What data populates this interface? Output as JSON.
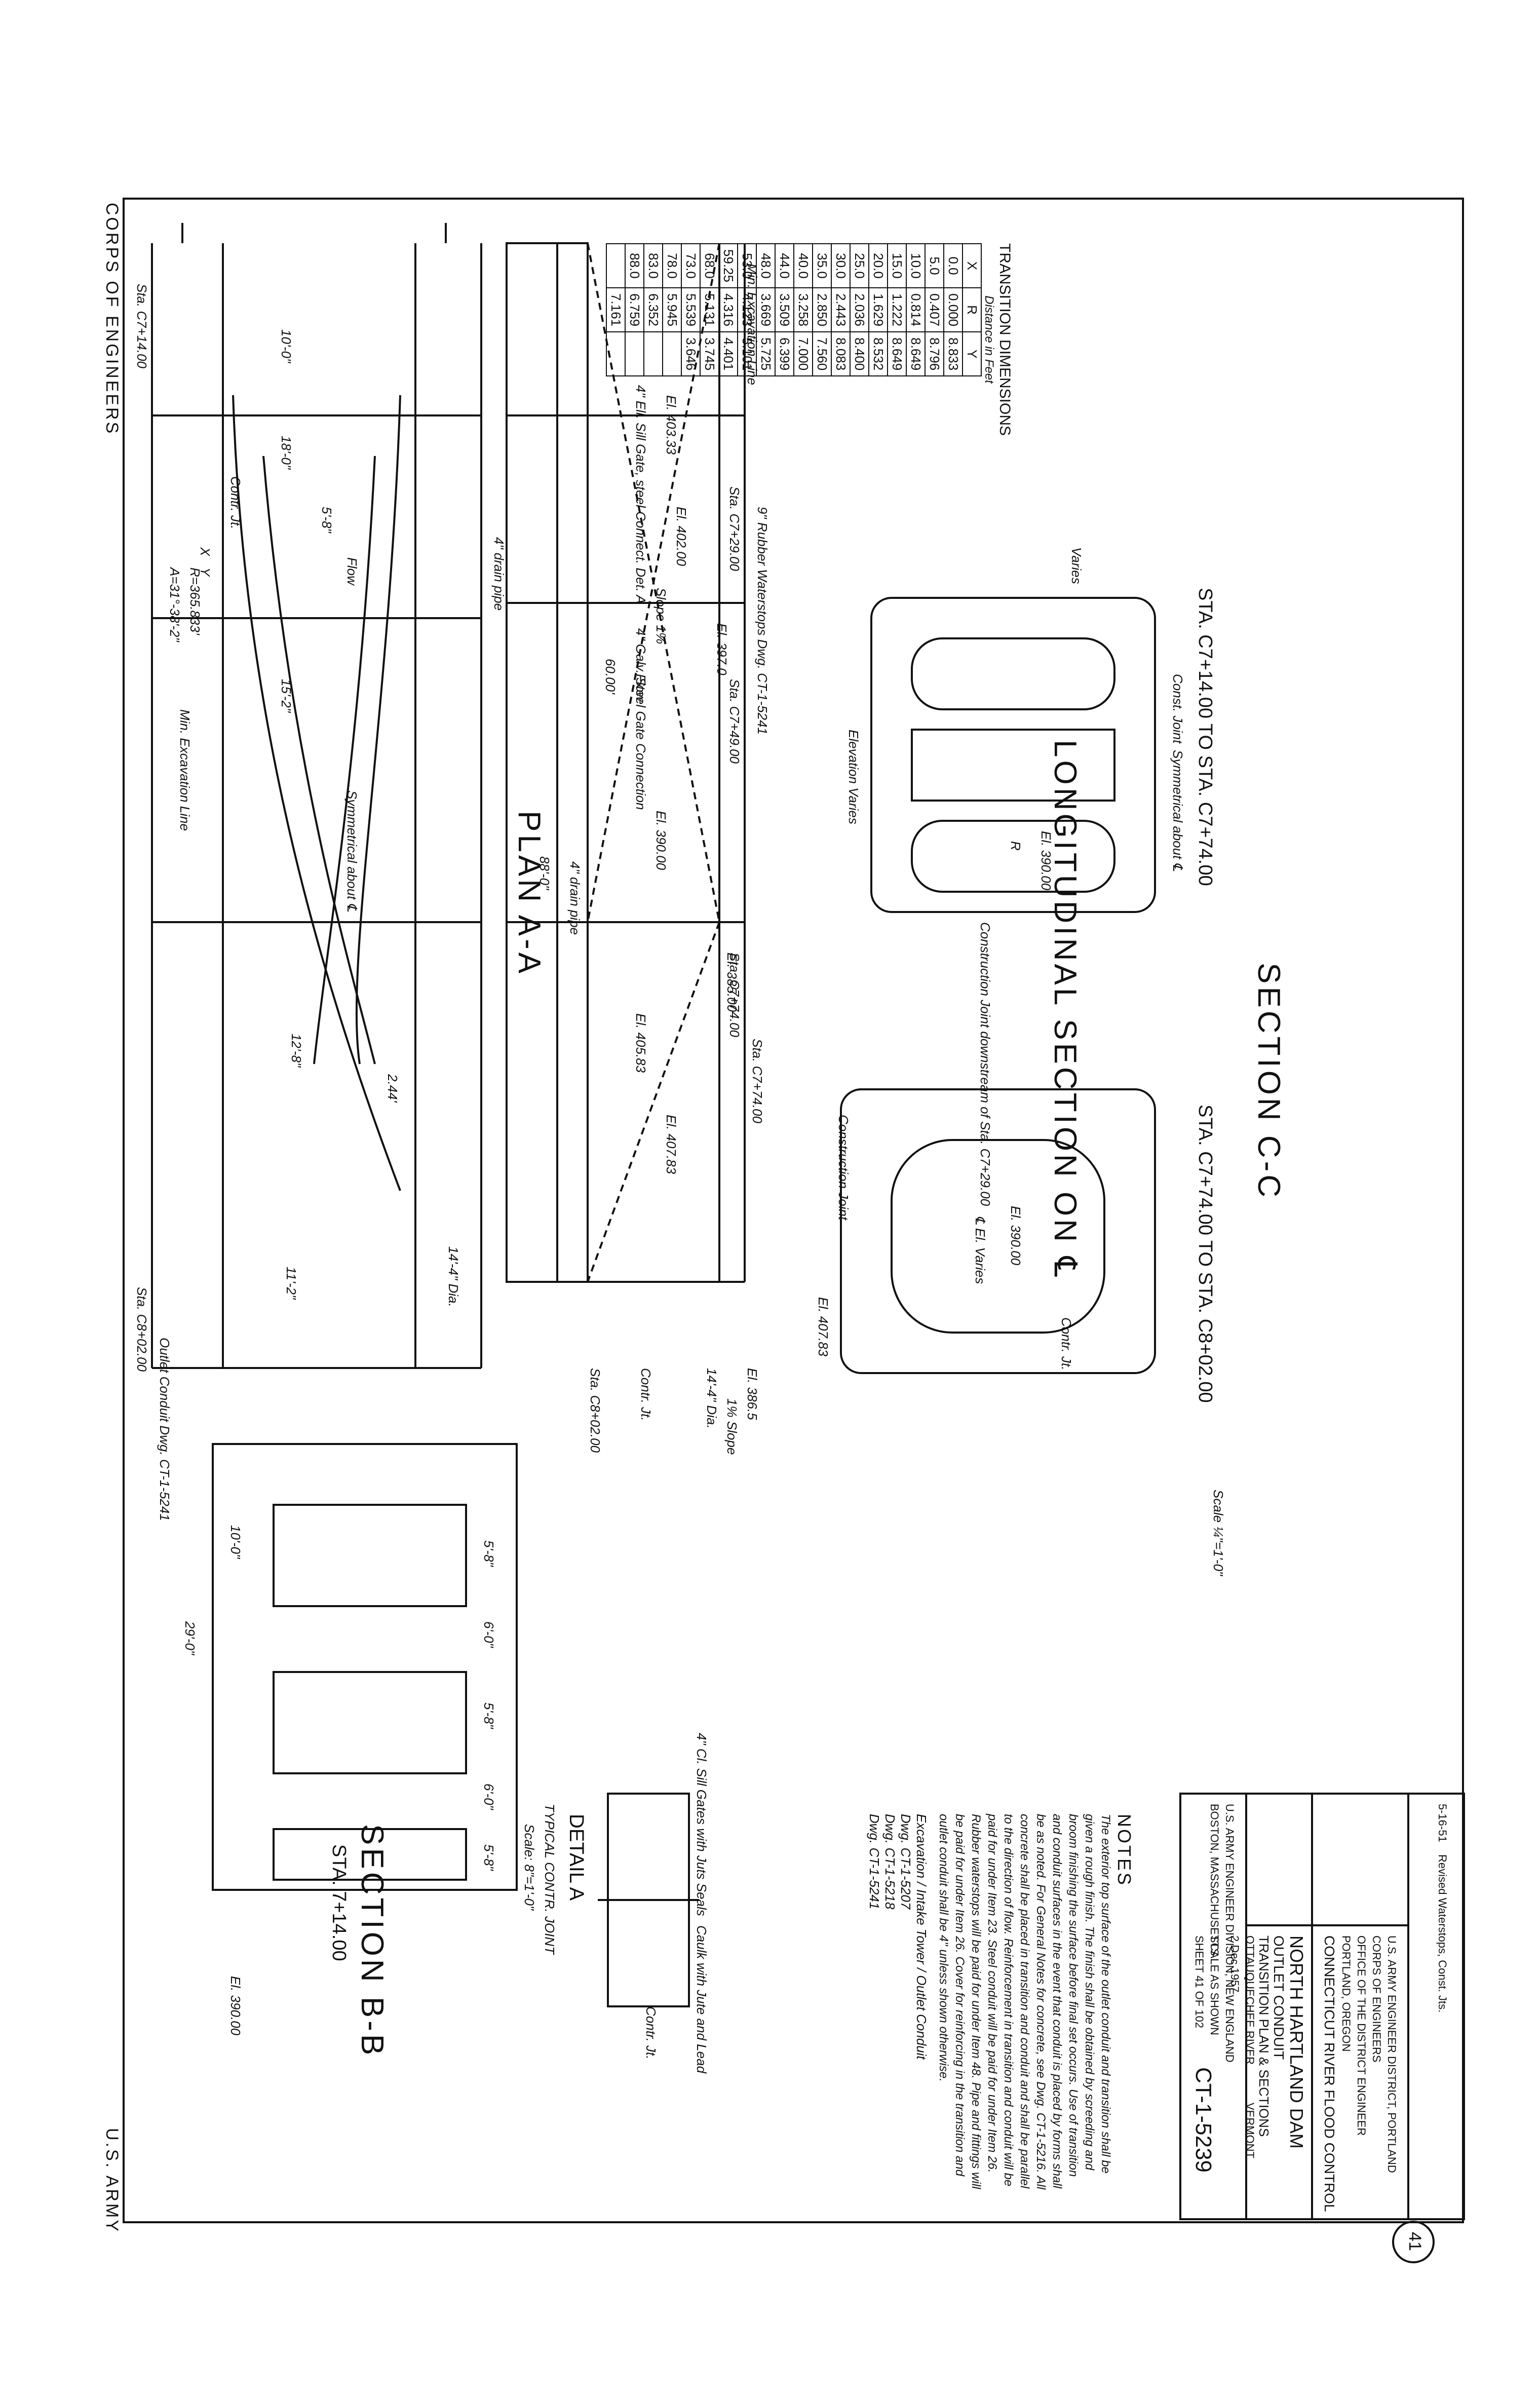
{
  "header": {
    "agency_left": "CORPS OF ENGINEERS",
    "agency_right": "U.S. ARMY"
  },
  "plan": {
    "title": "PLAN  A-A",
    "stations": [
      "Sta. C7+14.00",
      "Sta. C7+29.00",
      "Sta. C7+49.00",
      "Sta. C7+74.00",
      "Sta. C8+02.00"
    ],
    "dims": [
      "10'-0\"",
      "18'-0\"",
      "5'-8\"",
      "15'-2\"",
      "12'-8\"",
      "11'-2\"",
      "14'-4\" Dia."
    ],
    "labels": [
      "Contr. Jt.",
      "4\" drain pipe",
      "Flow",
      "Symmetrical about ℄",
      "Min. Excavation Line",
      "Outlet Conduit Dwg. CT-1-5241",
      "X",
      "Y",
      "A=31°-38'-2\"",
      "R=365.833'",
      "2.44'"
    ]
  },
  "long_section": {
    "title": "LONGITUDINAL SECTION ON ℄",
    "labels": [
      "Min. Excavation Line",
      "El. 403.33",
      "El. 402.00",
      "El. 397.0",
      "El. 390.00",
      "El. 385.00",
      "El. 405.83",
      "El. 407.83",
      "El. 386.5",
      "4\" Ell. Sill Gate, steel Connect. Det. A",
      "4\" Galv. Steel Gate Connection",
      "Slope 1%",
      "60.00'",
      "Flow",
      "4\" drain pipe",
      "9\" Rubber Waterstops Dwg. CT-1-5241",
      "14'-4\" Dia.",
      "Contr. Jt.",
      "Sta. C7+74.00",
      "Sta. C8+02.00",
      "1% Slope",
      "88'-0\""
    ]
  },
  "transition_table": {
    "title": "TRANSITION DIMENSIONS",
    "subtitle": "Distance in Feet",
    "headers": [
      "X",
      "R",
      "Y"
    ],
    "rows": [
      [
        "0.0",
        "0.000",
        "8.833"
      ],
      [
        "5.0",
        "0.407",
        "8.796"
      ],
      [
        "10.0",
        "0.814",
        "8.649"
      ],
      [
        "15.0",
        "1.222",
        "8.649"
      ],
      [
        "20.0",
        "1.629",
        "8.532"
      ],
      [
        "25.0",
        "2.036",
        "8.400"
      ],
      [
        "30.0",
        "2.443",
        "8.083"
      ],
      [
        "35.0",
        "2.850",
        "7.560"
      ],
      [
        "40.0",
        "3.258",
        "7.000"
      ],
      [
        "44.0",
        "3.509",
        "6.399"
      ],
      [
        "48.0",
        "3.669",
        "5.725"
      ],
      [
        "53.0",
        "4.123",
        "5.101"
      ],
      [
        "59.25",
        "4.316",
        "4.401"
      ],
      [
        "68.0",
        "5.131",
        "3.745"
      ],
      [
        "73.0",
        "5.539",
        "3.646"
      ],
      [
        "78.0",
        "5.945",
        ""
      ],
      [
        "83.0",
        "6.352",
        ""
      ],
      [
        "88.0",
        "6.759",
        ""
      ],
      [
        "",
        "7.161",
        ""
      ]
    ]
  },
  "section_cc": {
    "title": "SECTION  C-C",
    "sub1": "STA. C7+14.00  TO STA. C7+74.00",
    "sub2": "STA. C7+74.00  TO STA. C8+02.00",
    "labels": [
      "Varies",
      "Const. Joint",
      "Symmetrical about ℄",
      "Elevation Varies",
      "El. 390.00",
      "R",
      "Construction Joint downstream of Sta. C7+29.00",
      "Construction Joint",
      "El. 407.83",
      "El. 390.00",
      "℄ El. Varies",
      "Contr. Jt."
    ],
    "scale": "Scale ¼\"=1'-0\""
  },
  "section_bb": {
    "title": "SECTION  B-B",
    "sub": "STA. 7+14.00",
    "dims": [
      "29'-0\"",
      "10'-0\"",
      "5'-8\"",
      "6'-0\"",
      "5'-8\"",
      "6'-0\"",
      "5'-8\""
    ],
    "elev": "El. 390.00"
  },
  "detail_a": {
    "title": "DETAIL A",
    "sub": "TYPICAL CONTR. JOINT",
    "scale": "Scale: 8\"=1'-0\"",
    "labels": [
      "4\" Cl. Sill Gates with Juts Seals",
      "Caulk with Jute and Lead",
      "Contr. Jt."
    ]
  },
  "notes": {
    "title": "NOTES",
    "body": "The exterior top surface of the outlet conduit and transition shall be given a rough finish. The finish shall be obtained by screeding and broom finishing the surface before final set occurs. Use of transition and conduit surfaces in the event that conduit is placed by forms shall be as noted. For General Notes for concrete, see Dwg. CT-1-5216. All concrete shall be placed in transition and conduit and shall be parallel to the direction of flow. Reinforcement in transition and conduit will be paid for under Item 23. Steel conduit will be paid for under Item 26. Rubber waterstops will be paid for under Item 48. Pipe and fittings will be paid for under Item 26. Cover for reinforcing in the transition and outlet conduit shall be 4\" unless shown otherwise.",
    "refs_title": "Excavation / Intake Tower / Outlet Conduit",
    "refs": [
      "Dwg. CT-1-5207",
      "Dwg. CT-1-5218",
      "Dwg. CT-1-5241"
    ]
  },
  "title_block": {
    "revision": "Revised Waterstops, Const. Jts.",
    "revision_date": "5-16-51",
    "office": "U.S. ARMY ENGINEER DISTRICT, PORTLAND",
    "corps": "CORPS OF ENGINEERS",
    "office2": "OFFICE OF THE DISTRICT ENGINEER",
    "city": "PORTLAND, OREGON",
    "project": "CONNECTICUT RIVER FLOOD CONTROL",
    "dam": "NORTH HARTLAND DAM",
    "subject": "OUTLET CONDUIT",
    "subject2": "TRANSITION PLAN & SECTIONS",
    "river": "OTTAUQUECHEE RIVER",
    "state": "VERMONT",
    "division": "U.S. ARMY ENGINEER DIVISION, NEW ENGLAND",
    "city2": "BOSTON, MASSACHUSETTS",
    "drawing_number": "CT-1-5239",
    "sheet": "SHEET 41 OF 102",
    "sheet_circle": "41",
    "scale": "SCALE AS SHOWN",
    "date": "2 Dec 1957"
  }
}
